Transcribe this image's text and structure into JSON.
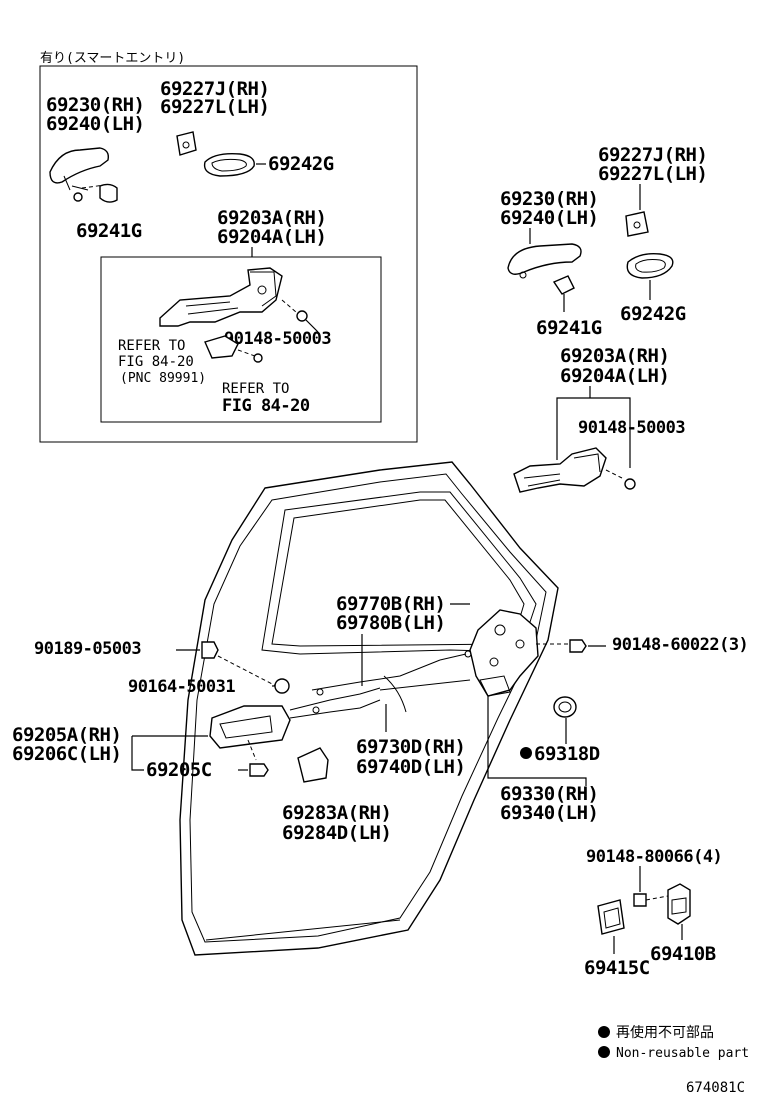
{
  "inset": {
    "header": "有り(スマートエントリ)",
    "parts": {
      "handle_rh": "69230(RH)",
      "handle_lh": "69240(LH)",
      "cover_rh": "69227J(RH)",
      "cover_lh": "69227L(LH)",
      "pad": "69242G",
      "pad2": "69241G",
      "frame_rh": "69203A(RH)",
      "frame_lh": "69204A(LH)",
      "bolt": "90148-50003",
      "refer1_line1": "REFER TO",
      "refer1_line2": "FIG 84-20",
      "refer1_pnc": "(PNC 89991)",
      "refer2_line1": "REFER TO",
      "refer2_line2": "FIG 84-20"
    }
  },
  "right": {
    "cover_rh": "69227J(RH)",
    "cover_lh": "69227L(LH)",
    "handle_rh": "69230(RH)",
    "handle_lh": "69240(LH)",
    "pad2": "69241G",
    "pad": "69242G",
    "frame_rh": "69203A(RH)",
    "frame_lh": "69204A(LH)",
    "bolt": "90148-50003"
  },
  "door": {
    "cable1_rh": "69770B(RH)",
    "cable1_lh": "69780B(LH)",
    "screw1": "90189-05003",
    "screw2": "90164-50031",
    "inner_handle_rh": "69205A(RH)",
    "inner_handle_lh": "69206C(LH)",
    "inner_handle_sub": "69205C",
    "cable2_rh": "69730D(RH)",
    "cable2_lh": "69740D(LH)",
    "cover_rh": "69283A(RH)",
    "cover_lh": "69284D(LH)",
    "lock_screw": "90148-60022(3)",
    "seal": "69318D",
    "lock_rh": "69330(RH)",
    "lock_lh": "69340(LH)",
    "striker_screw": "90148-80066(4)",
    "striker": "69410B",
    "striker_plate": "69415C"
  },
  "legend": {
    "jp": "再使用不可部品",
    "en": "Non-reusable part"
  },
  "figure_id": "674081C"
}
